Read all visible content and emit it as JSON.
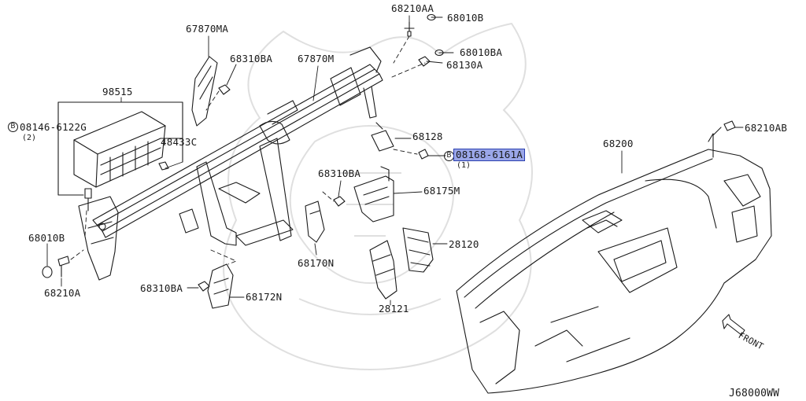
{
  "diagram": {
    "part_labels": {
      "p68210AA": "68210AA",
      "p68010B_top": "68010B",
      "p68010BA": "68010BA",
      "p68130A": "68130A",
      "p67870MA": "67870MA",
      "p68310BA_top": "68310BA",
      "p67870M": "67870M",
      "p98515": "98515",
      "p08146": "08146-6122G",
      "p08146_qty": "(2)",
      "p48433C": "48433C",
      "p68128": "68128",
      "p08168": "08168-6161A",
      "p08168_qty": "(1)",
      "p68200": "68200",
      "p68210AB": "68210AB",
      "p68310BA_mid": "68310BA",
      "p68175M": "68175M",
      "p28120": "28120",
      "p68170N": "68170N",
      "p28121": "28121",
      "p68010B_left": "68010B",
      "p68210A": "68210A",
      "p68310BA_bot": "68310BA",
      "p68172N": "68172N",
      "front": "FRONT",
      "bolt_symbol_1": "B",
      "bolt_symbol_2": "B"
    },
    "diagram_code": "J68000WW",
    "highlight_color": "#9aa6e8",
    "highlight_border": "#2b3fb0",
    "line_color": "#1a1a1a"
  }
}
